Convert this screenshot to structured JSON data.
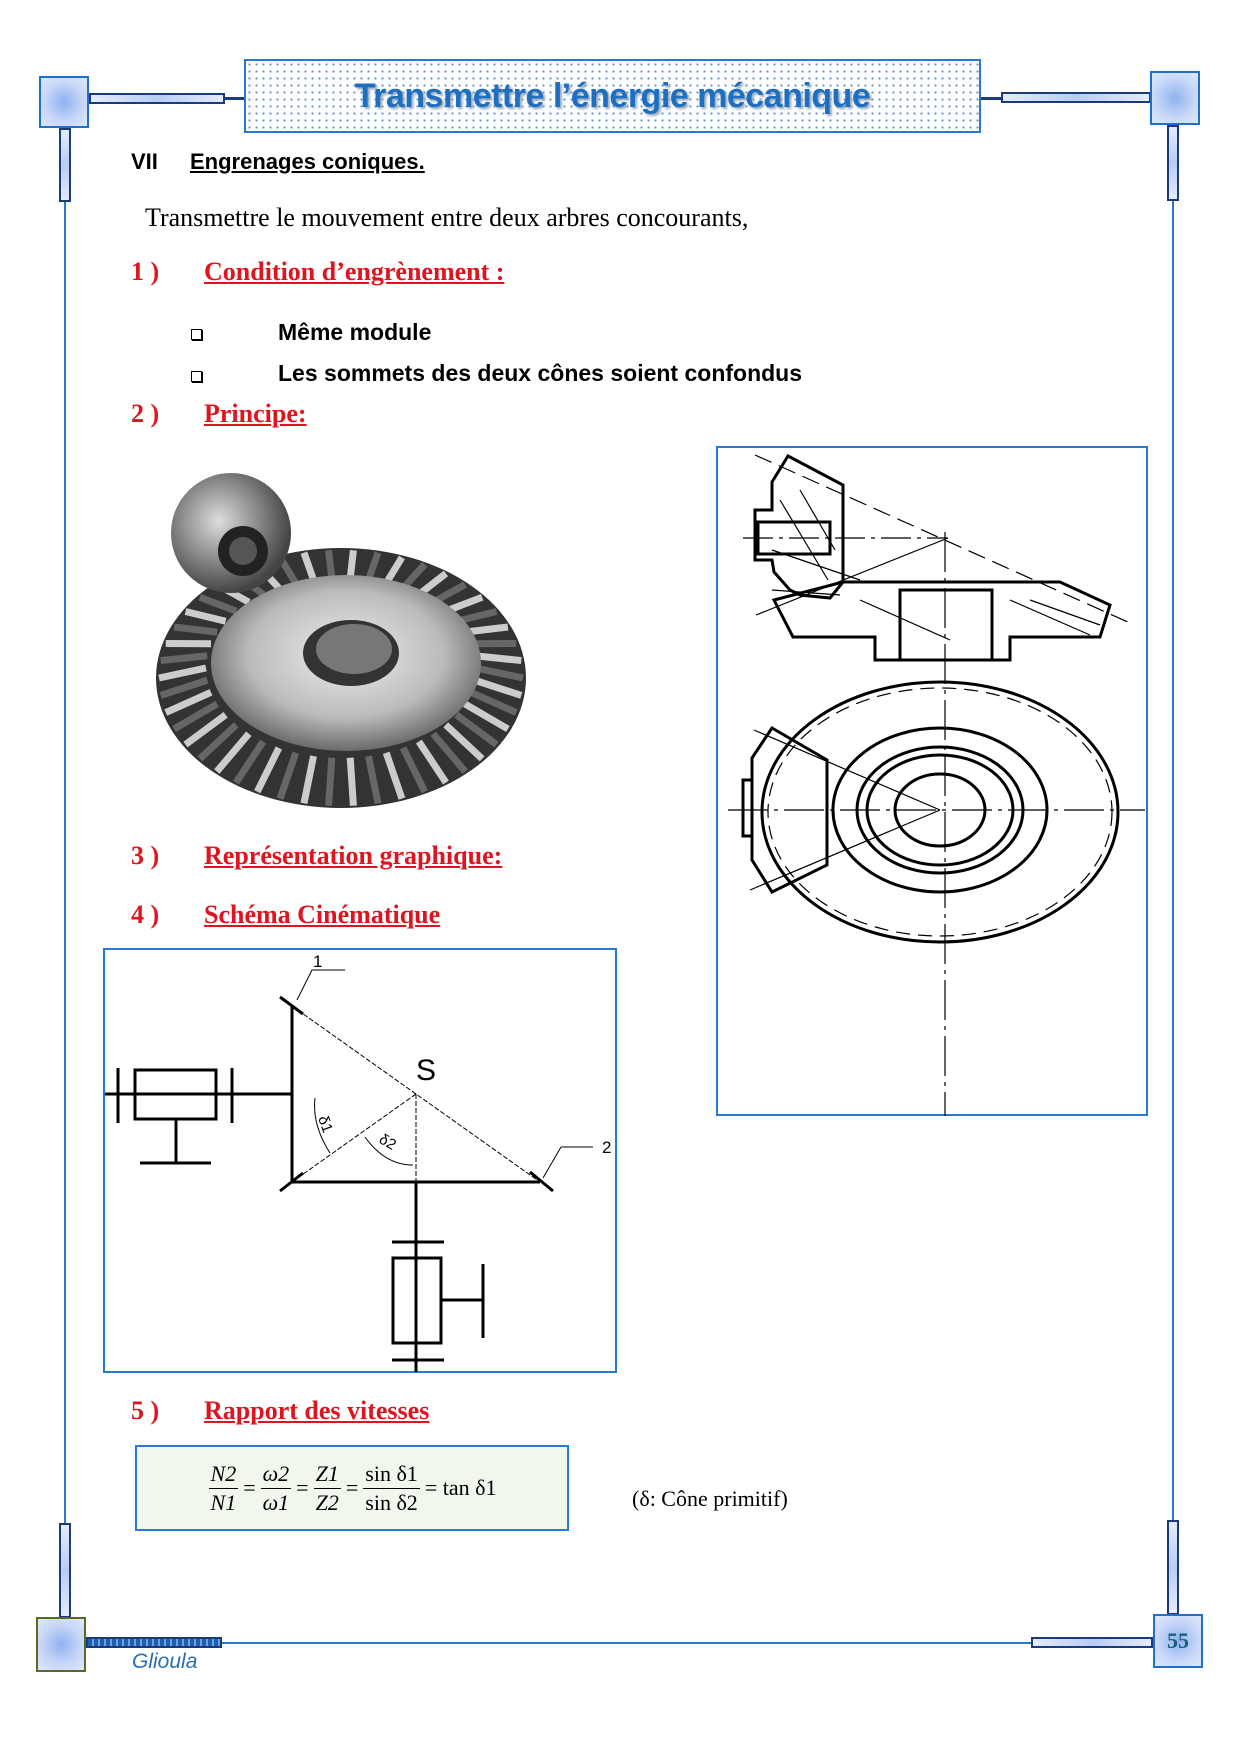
{
  "header": {
    "title": "Transmettre l’énergie mécanique"
  },
  "section": {
    "number": "VII",
    "title": "Engrenages coniques."
  },
  "intro": "Transmettre le mouvement entre deux arbres concourants,",
  "parts": [
    {
      "num": "1 )",
      "title": "Condition d’engrènement :"
    },
    {
      "num": "2 )",
      "title": "Principe:"
    },
    {
      "num": "3 )",
      "title": "Représentation graphique:"
    },
    {
      "num": "4 )",
      "title": "Schéma Cinématique"
    },
    {
      "num": "5 )",
      "title": "Rapport des vitesses"
    }
  ],
  "conditions": [
    "Même module",
    "Les sommets des deux cônes soient confondus"
  ],
  "schema": {
    "label_1": "1",
    "label_2": "2",
    "label_s": "S",
    "delta1": "δ1",
    "delta2": "δ2"
  },
  "formula": {
    "n2": "N2",
    "n1": "N1",
    "w2": "ω2",
    "w1": "ω1",
    "z1": "Z1",
    "z2": "Z2",
    "sin1": "sin δ1",
    "sin2": "sin δ2",
    "eq": "=",
    "tan": "= tan δ1"
  },
  "note": "(δ: Cône primitif)",
  "footer": {
    "author": "Glioula",
    "page": "55"
  }
}
